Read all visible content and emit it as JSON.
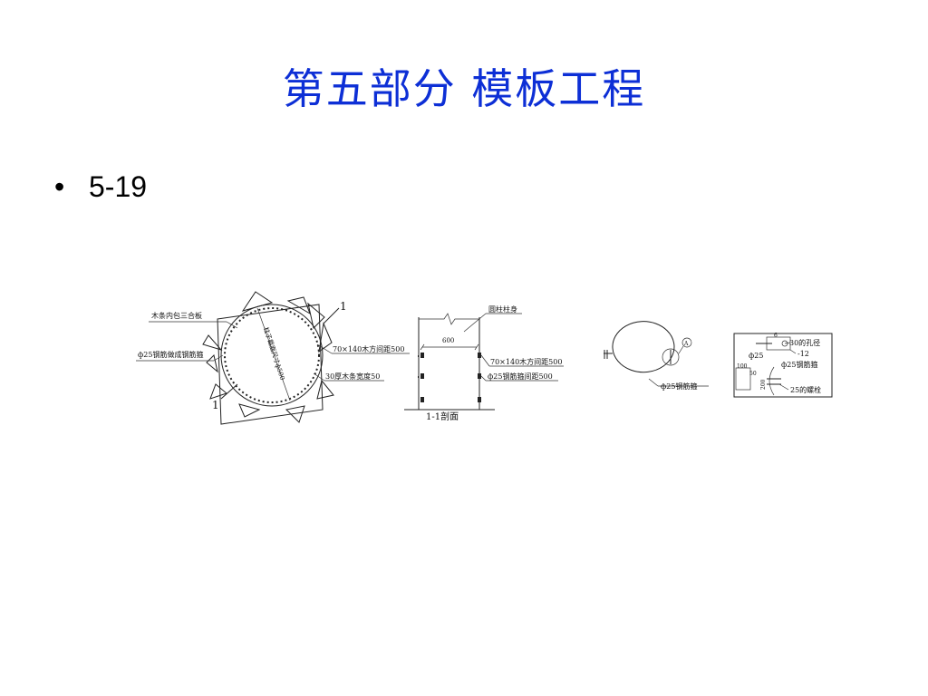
{
  "slide": {
    "title": "第五部分  模板工程",
    "bullet": "•",
    "bullet_text": "5-19"
  },
  "plan_view": {
    "label_batten_lining": "木条内包三合板",
    "label_rebar_hoop": "ф25钢筋做成钢筋箍",
    "label_timber": "70×140木方间距500",
    "label_batten_thickness": "30厚木条宽度50",
    "label_diameter": "柱子截面尺寸ф500",
    "section_mark_top": "1",
    "section_mark_bottom": "1"
  },
  "section_view": {
    "label_column_body": "圆柱柱身",
    "label_width": "600",
    "label_timber": "70×140木方间距500",
    "label_hoop_spacing": "ф25钢筋箍间距500",
    "label_section": "1-1剖面"
  },
  "hoop_detail": {
    "label_hoop": "ф25钢筋箍",
    "callout": "A"
  },
  "connection_detail": {
    "label_hole": "30的孔径",
    "label_rebar": "ф25",
    "label_plate": "-12",
    "label_hoop": "ф25钢筋箍",
    "label_bolt": "25的螺栓",
    "dim_100": "100",
    "dim_6": "6",
    "dim_50": "50",
    "dim_200": "200"
  },
  "colors": {
    "title": "#0d2fd6",
    "line": "#222222"
  }
}
